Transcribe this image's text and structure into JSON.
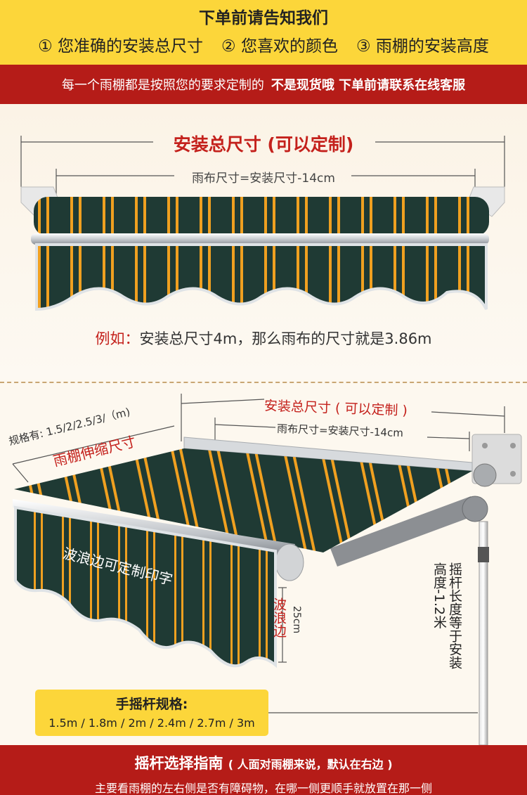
{
  "header": {
    "title": "下单前请告知我们",
    "items": [
      "① 您准确的安装总尺寸",
      "② 您喜欢的颜色",
      "③ 雨棚的安装高度"
    ]
  },
  "notice": {
    "text": "每一个雨棚都是按照您的要求定制的",
    "bold": "不是现货哦 下单前请联系在线客服"
  },
  "diagram1": {
    "total_size": "安装总尺寸 (可以定制)",
    "cloth_size": "雨布尺寸=安装尺寸-14cm",
    "example_prefix": "例如：",
    "example_text": "安装总尺寸4m，那么雨布的尺寸就是3.86m"
  },
  "diagram2": {
    "total_size": "安装总尺寸 ( 可以定制 )",
    "cloth_size": "雨布尺寸=安装尺寸-14cm",
    "specs": "规格有: 1.5/2/2.5/3/（m)",
    "extension": "雨棚伸缩尺寸",
    "wave_custom": "波浪边可定制印字",
    "wave_label": "波浪边",
    "wave_height": "25cm",
    "crank_note": "摇杆长度等于安装高度-1.2米"
  },
  "crank_spec": {
    "title": "手摇杆规格:",
    "values": "1.5m / 1.8m / 2m / 2.4m / 2.7m / 3m"
  },
  "guide": {
    "title": "摇杆选择指南",
    "subtitle": "( 人面对雨棚来说，默认在右边 )",
    "text": "主要看雨棚的左右侧是否有障碍物，在哪一侧更顺手就放置在那一侧"
  },
  "colors": {
    "yellow": "#fcd63a",
    "red": "#b51c18",
    "awning_green": "#1f3a34",
    "stripe_orange": "#f0a020"
  }
}
